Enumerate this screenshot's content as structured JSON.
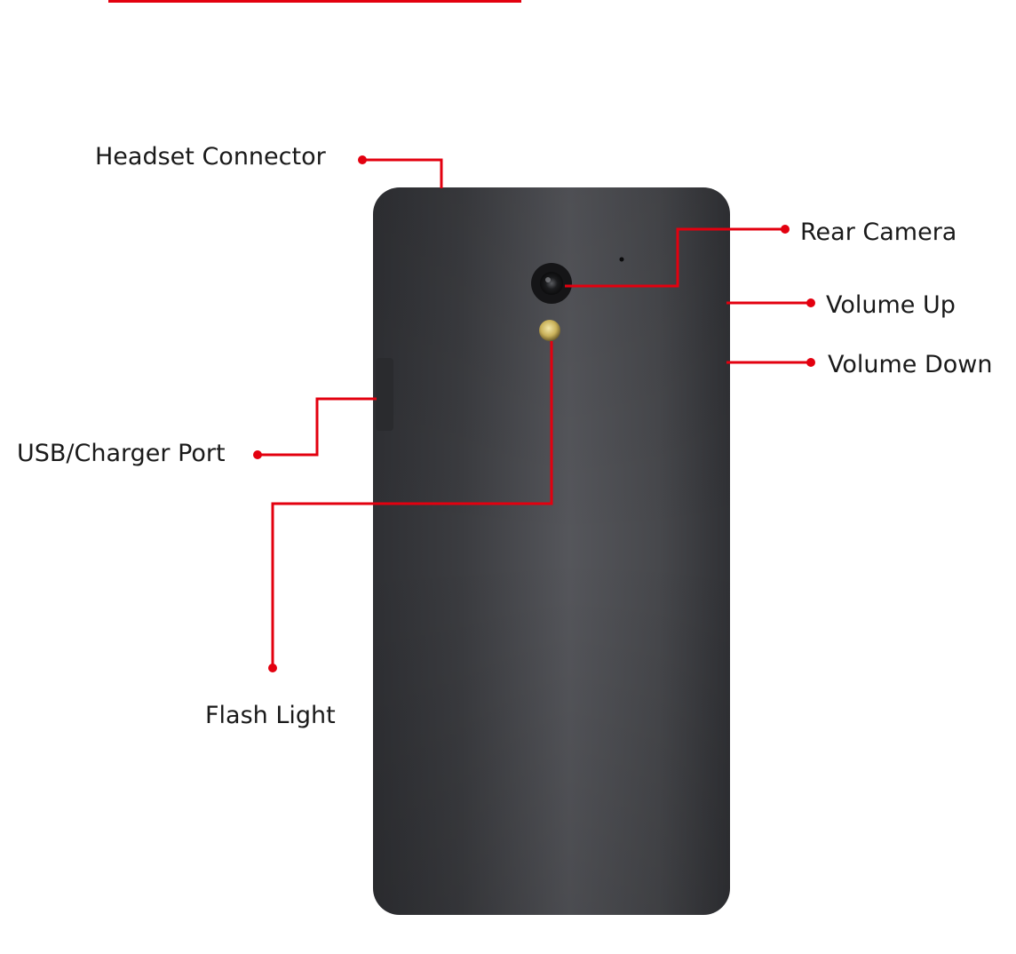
{
  "colors": {
    "callout": "#e3000f",
    "device_body": "#3e3f43",
    "label_text": "#1a1a1a"
  },
  "device": {
    "type": "phone-rear-view"
  },
  "callouts": {
    "headset_connector": "Headset Connector",
    "rear_camera": "Rear Camera",
    "volume_up": "Volume Up",
    "volume_down": "Volume Down",
    "usb_charger_port": "USB/Charger Port",
    "flash_light": "Flash Light"
  }
}
